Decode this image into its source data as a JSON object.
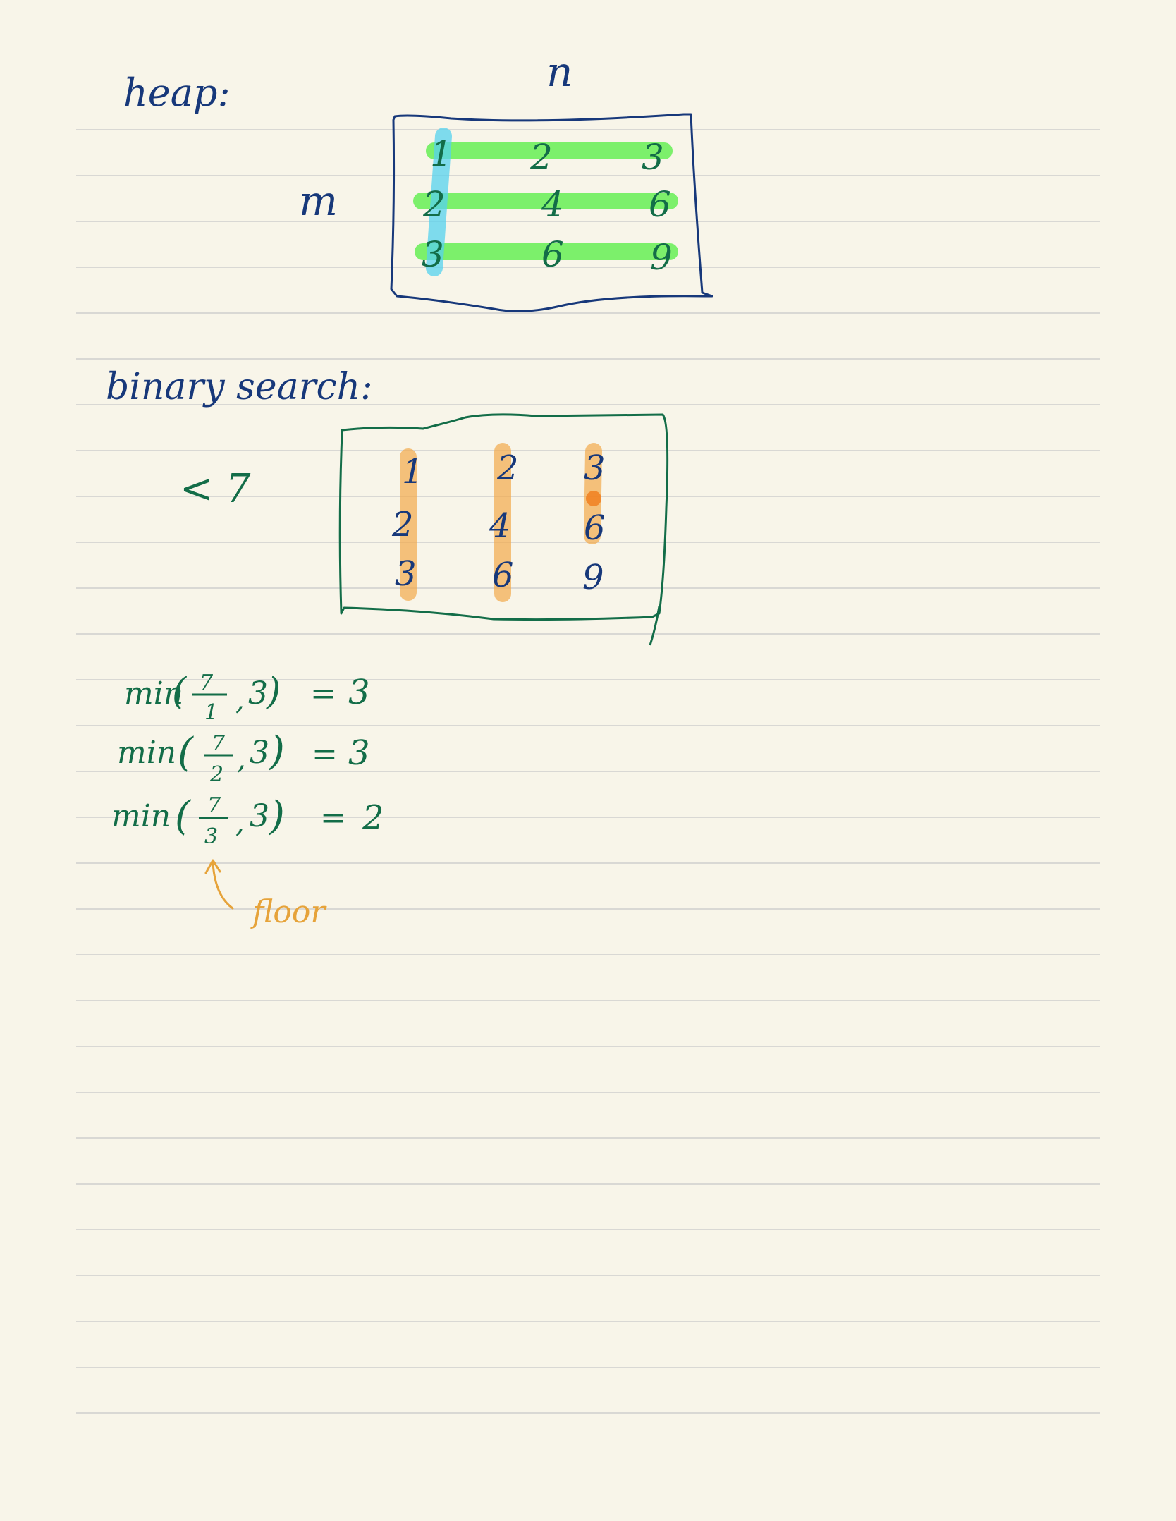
{
  "heap_section": {
    "heading": "heap:",
    "col_label": "n",
    "row_label": "m",
    "grid": [
      [
        "1",
        "2",
        "3"
      ],
      [
        "2",
        "4",
        "6"
      ],
      [
        "3",
        "6",
        "9"
      ]
    ]
  },
  "binary_search_section": {
    "heading": "binary search:",
    "target": "< 7",
    "grid": [
      [
        "1",
        "2",
        "3"
      ],
      [
        "2",
        "4",
        "6"
      ],
      [
        "3",
        "6",
        "9"
      ]
    ]
  },
  "formulas": [
    {
      "fn": "min",
      "num": "7",
      "den": "1",
      "arg": "3",
      "result": "3"
    },
    {
      "fn": "min",
      "num": "7",
      "den": "2",
      "arg": "3",
      "result": "3"
    },
    {
      "fn": "min",
      "num": "7",
      "den": "3",
      "arg": "3",
      "result": "2"
    }
  ],
  "annotation": "floor",
  "colors": {
    "paper": "#f8f5e9",
    "rule_line": "#d9d8d4",
    "navy_ink": "#17387a",
    "green_ink": "#136d48",
    "green_highlight": "#66ee55",
    "blue_highlight": "#55d2ee",
    "orange_highlight": "#f2a94a",
    "orange_ink": "#e6a33a"
  }
}
